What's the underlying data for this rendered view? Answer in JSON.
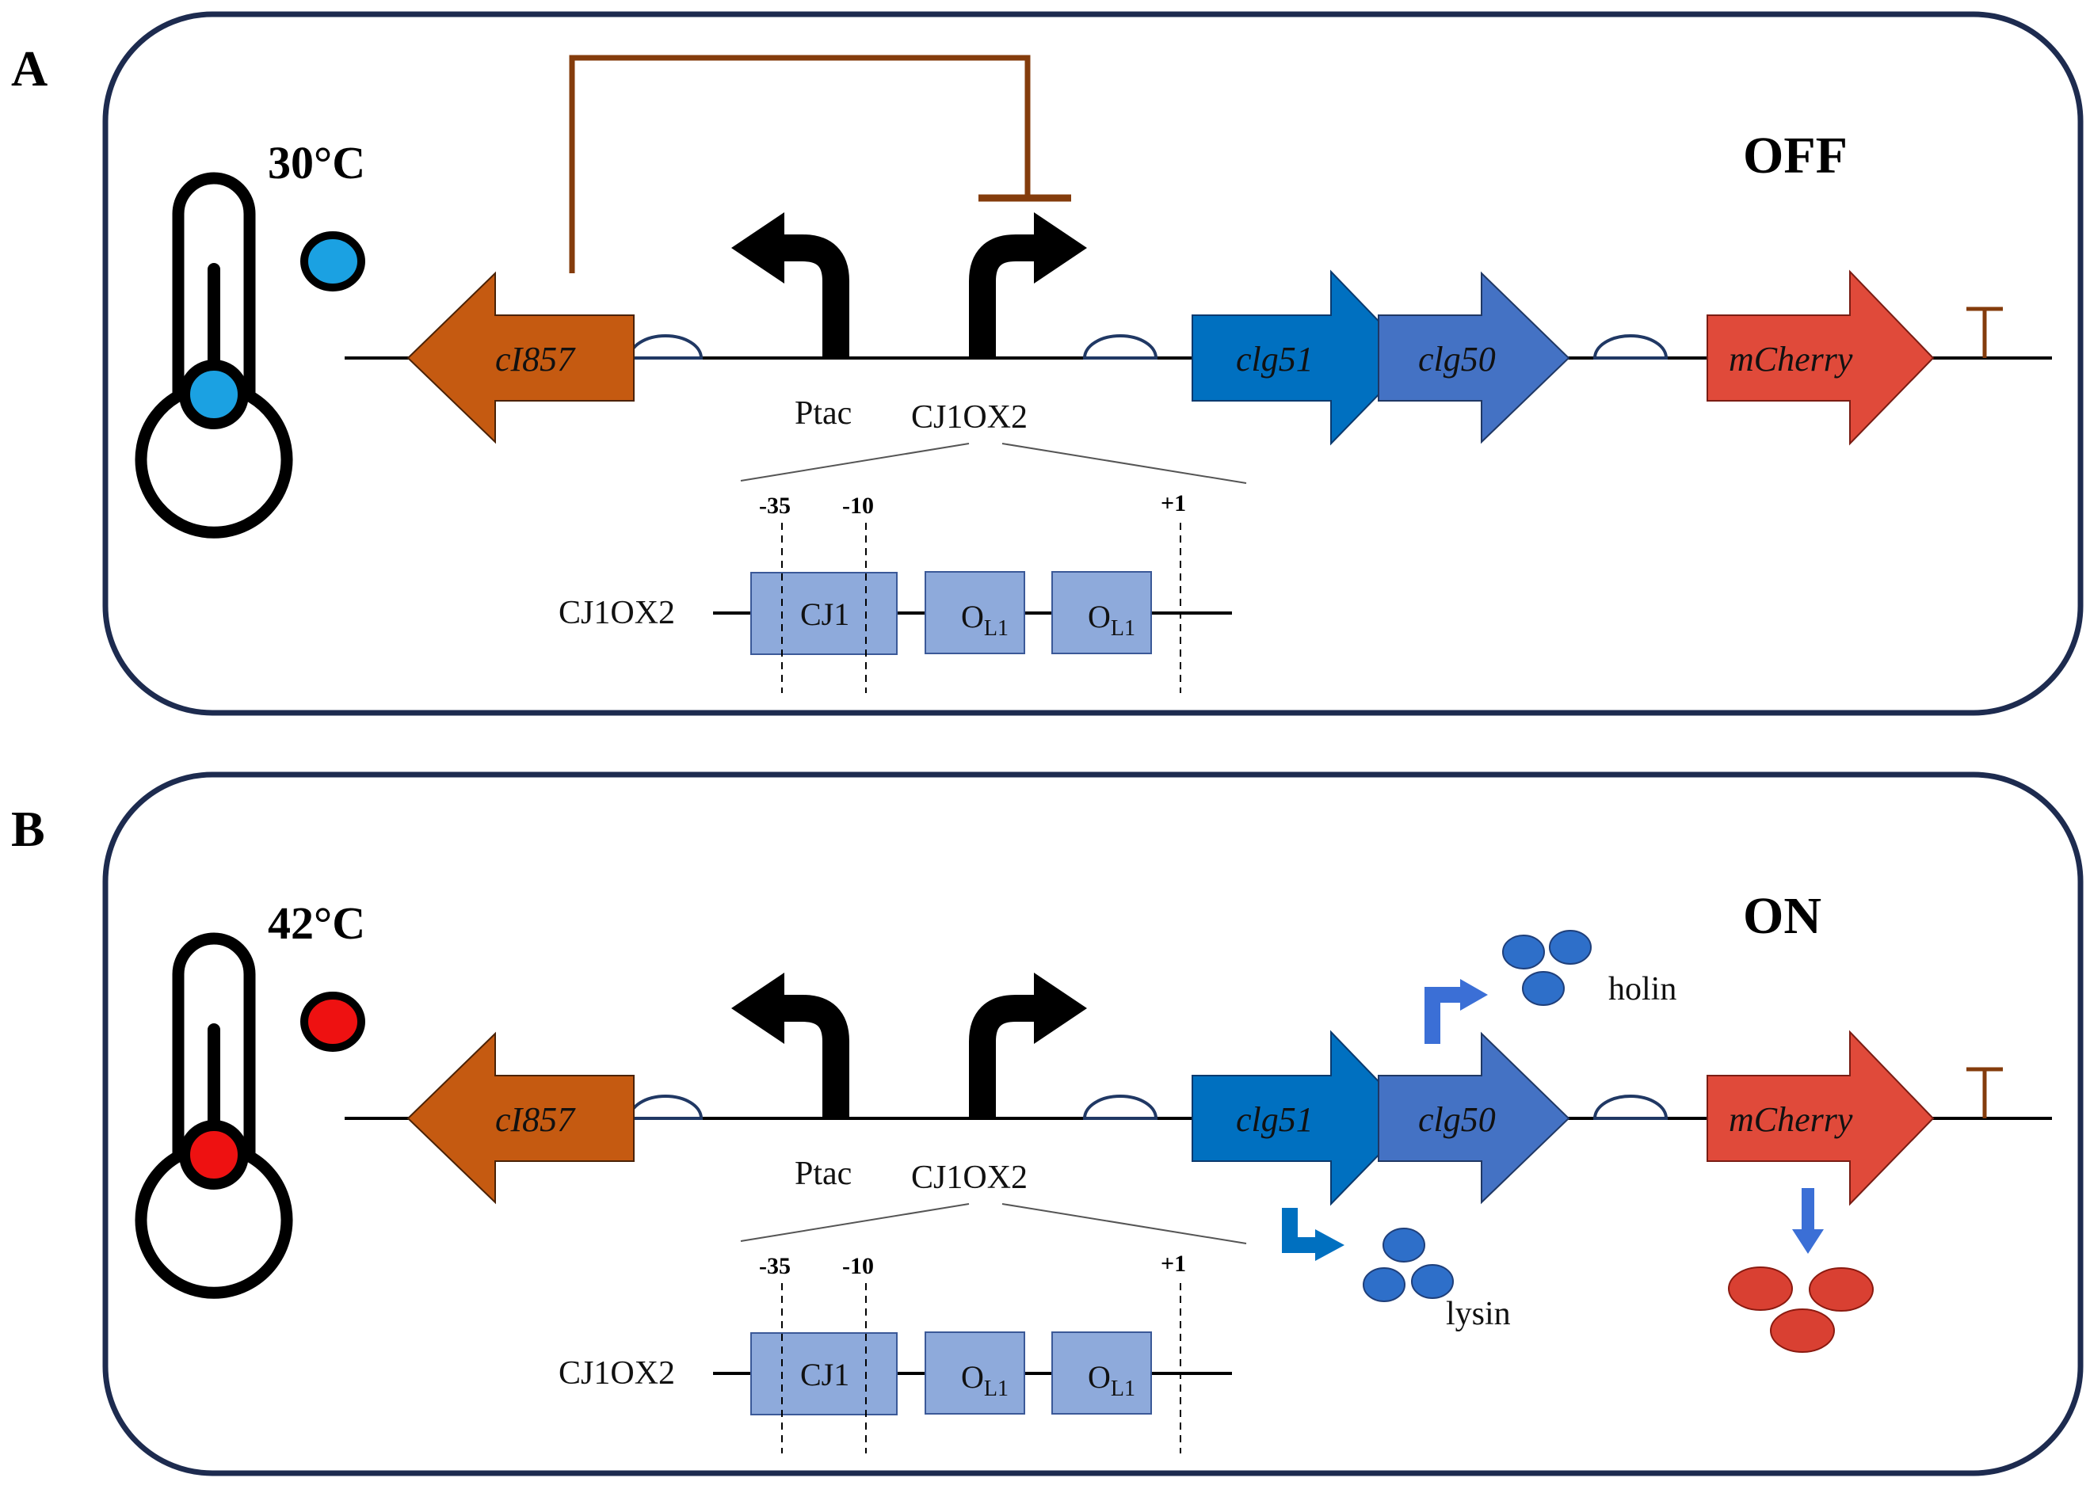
{
  "panels": [
    {
      "letter": "A",
      "temperature": "30°C",
      "state": "OFF",
      "indicator_color": "#1ba1e2",
      "repression": true,
      "products": false
    },
    {
      "letter": "B",
      "temperature": "42°C",
      "state": "ON",
      "indicator_color": "#ee1111",
      "repression": false,
      "products": true
    }
  ],
  "genes": {
    "ci857": "cI857",
    "clg51": "clg51",
    "clg50": "clg50",
    "mcherry": "mCherry"
  },
  "promoters": {
    "ptac": "Ptac",
    "cj1ox2": "CJ1OX2"
  },
  "detail": {
    "row_label": "CJ1OX2",
    "pos_35": "-35",
    "pos_10": "-10",
    "pos_plus1": "+1",
    "box_cj1": "CJ1",
    "box_ol1_main": "O",
    "box_ol1_sub": "L1"
  },
  "products": {
    "holin": "holin",
    "lysin": "lysin"
  },
  "colors": {
    "frame": "#1d2b4f",
    "ci857": "#c55a11",
    "repression_line": "#843c0c",
    "clg51": "#0070c0",
    "clg50": "#4472c4",
    "mcherry": "#e04a3a",
    "op_box": "#8eaadb",
    "product_blue": "#2e6fc9",
    "product_red": "#d94032",
    "arrow_blue": "#3b6fd6"
  }
}
